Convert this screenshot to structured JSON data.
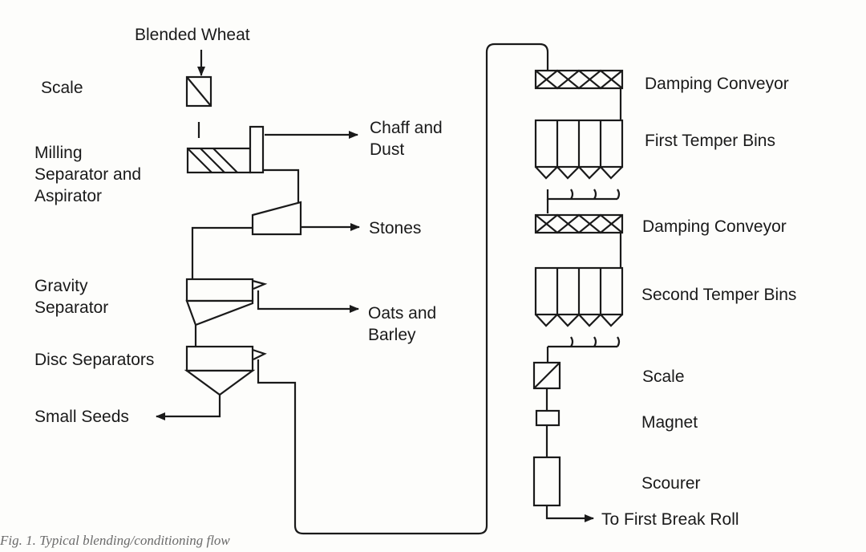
{
  "labels": {
    "blended_wheat": "Blended Wheat",
    "scale_top": "Scale",
    "milling_separator": "Milling\nSeparator and\nAspirator",
    "chaff_dust": "Chaff and\nDust",
    "stones": "Stones",
    "gravity_separator": "Gravity\nSeparator",
    "oats_barley": "Oats and\nBarley",
    "disc_separators": "Disc Separators",
    "small_seeds": "Small Seeds",
    "damping_conveyor_1": "Damping Conveyor",
    "first_temper_bins": "First Temper Bins",
    "damping_conveyor_2": "Damping Conveyor",
    "second_temper_bins": "Second Temper Bins",
    "scale_bottom": "Scale",
    "magnet": "Magnet",
    "scourer": "Scourer",
    "to_first_break_roll": "To First Break Roll"
  },
  "caption": "Fig. 1. Typical blending/conditioning flow"
}
